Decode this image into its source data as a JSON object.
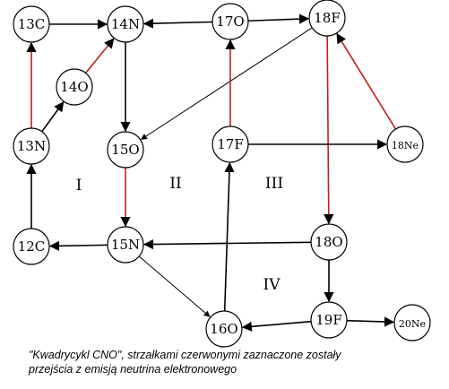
{
  "colors": {
    "black": "#000000",
    "red": "#c0201a"
  },
  "nodes": [
    {
      "id": "13C",
      "label": "13C"
    },
    {
      "id": "14N",
      "label": "14N"
    },
    {
      "id": "17O",
      "label": "17O"
    },
    {
      "id": "18F",
      "label": "18F"
    },
    {
      "id": "14O",
      "label": "14O"
    },
    {
      "id": "13N",
      "label": "13N"
    },
    {
      "id": "15O",
      "label": "15O"
    },
    {
      "id": "17F",
      "label": "17F"
    },
    {
      "id": "18Ne",
      "label": "18Ne"
    },
    {
      "id": "12C",
      "label": "12C"
    },
    {
      "id": "15N",
      "label": "15N"
    },
    {
      "id": "18O",
      "label": "18O"
    },
    {
      "id": "16O",
      "label": "16O"
    },
    {
      "id": "19F",
      "label": "19F"
    },
    {
      "id": "20Ne",
      "label": "20Ne"
    }
  ],
  "edges": [
    {
      "from": "13C",
      "to": "14N",
      "color": "black"
    },
    {
      "from": "17O",
      "to": "14N",
      "color": "black"
    },
    {
      "from": "17O",
      "to": "18F",
      "color": "black"
    },
    {
      "from": "13N",
      "to": "13C",
      "color": "red"
    },
    {
      "from": "13N",
      "to": "14O",
      "color": "black"
    },
    {
      "from": "14O",
      "to": "14N",
      "color": "red"
    },
    {
      "from": "14N",
      "to": "15O",
      "color": "black"
    },
    {
      "from": "18F",
      "to": "15O",
      "color": "black",
      "thin": true
    },
    {
      "from": "17F",
      "to": "17O",
      "color": "red"
    },
    {
      "from": "18F",
      "to": "18O",
      "color": "red"
    },
    {
      "from": "18Ne",
      "to": "18F",
      "color": "red"
    },
    {
      "from": "17F",
      "to": "18Ne",
      "color": "black"
    },
    {
      "from": "12C",
      "to": "13N",
      "color": "black"
    },
    {
      "from": "15O",
      "to": "15N",
      "color": "red"
    },
    {
      "from": "15N",
      "to": "12C",
      "color": "black"
    },
    {
      "from": "18O",
      "to": "15N",
      "color": "black"
    },
    {
      "from": "15N",
      "to": "16O",
      "color": "black",
      "thin": true
    },
    {
      "from": "16O",
      "to": "17F",
      "color": "black"
    },
    {
      "from": "18O",
      "to": "19F",
      "color": "black"
    },
    {
      "from": "19F",
      "to": "16O",
      "color": "black"
    },
    {
      "from": "19F",
      "to": "20Ne",
      "color": "black"
    }
  ],
  "regions": [
    {
      "label": "I"
    },
    {
      "label": "II"
    },
    {
      "label": "III"
    },
    {
      "label": "IV"
    }
  ],
  "caption": {
    "line1": "\"Kwadrycykl CNO\", strzałkami czerwonymi zaznaczone zostały",
    "line2": "przejścia z emisją neutrina elektronowego"
  }
}
